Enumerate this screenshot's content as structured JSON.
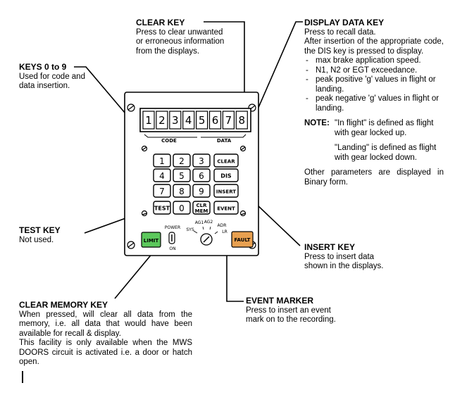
{
  "display_digits": [
    "1",
    "2",
    "3",
    "4",
    "5",
    "6",
    "7",
    "8"
  ],
  "display_labels": {
    "code": "CODE",
    "data": "DATA"
  },
  "keypad": [
    [
      "1",
      "2",
      "3",
      "CLEAR"
    ],
    [
      "4",
      "5",
      "6",
      "DIS"
    ],
    [
      "7",
      "8",
      "9",
      "INSERT"
    ],
    [
      "TEST",
      "0",
      "CLR MEM",
      "EVENT"
    ]
  ],
  "panel": {
    "limit": "LIMIT",
    "fault": "FAULT",
    "power": "POWER",
    "on": "ON",
    "selector_positions": [
      "SYS",
      "AG1",
      "AG2",
      "ADR",
      "LR"
    ]
  },
  "annotations": {
    "clear_key": {
      "title": "CLEAR KEY",
      "lines": [
        "Press to clear unwanted",
        "or erroneous information",
        "from the displays."
      ]
    },
    "keys_0_9": {
      "title": "KEYS 0 to 9",
      "lines": [
        "Used for code and",
        "data insertion."
      ]
    },
    "display_data_key": {
      "title": "DISPLAY DATA KEY",
      "lines": [
        "Press to recall data.",
        "After insertion of the appropriate code, the DIS key is pressed to display."
      ],
      "bullets": [
        "max brake application speed.",
        "N1, N2 or EGT exceedance.",
        "peak positive 'g' values in flight or landing.",
        "peak negative 'g' values in flight or landing."
      ],
      "note_label": "NOTE:",
      "note_1": "\"In flight\" is defined as flight with gear locked up.",
      "note_2": "\"Landing\" is defined as flight with gear locked down.",
      "other": "Other parameters are displayed in Binary form."
    },
    "test_key": {
      "title": "TEST KEY",
      "lines": [
        "Not used."
      ]
    },
    "insert_key": {
      "title": "INSERT KEY",
      "lines": [
        "Press to insert data",
        "shown in the displays."
      ]
    },
    "event_marker": {
      "title": "EVENT MARKER",
      "lines": [
        "Press to insert an event",
        "mark on to the recording."
      ]
    },
    "clear_memory_key": {
      "title": "CLEAR MEMORY KEY",
      "text": "When pressed, will clear all data from the memory, i.e. all data that would have been available for recall & display.",
      "text2": "This facility is only available when the MWS DOORS circuit is activated i.e. a door or hatch open."
    }
  }
}
